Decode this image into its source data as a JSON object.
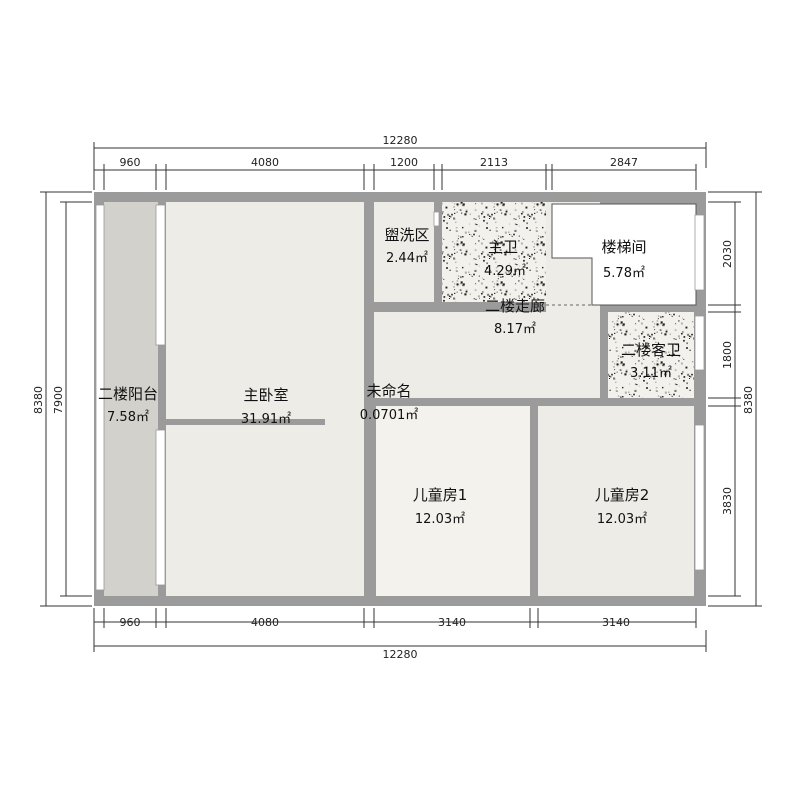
{
  "colors": {
    "wall": "#9b9b9b",
    "floor": "#eeece6",
    "balcony": "#d3d1cb",
    "kids_floor": "#f3f2ec",
    "stair": "#ffffff"
  },
  "dimensions": {
    "top_total": "12280",
    "top_segments": [
      "960",
      "4080",
      "1200",
      "2113",
      "2847"
    ],
    "bottom_total": "12280",
    "bottom_segments": [
      "960",
      "4080",
      "3140",
      "3140"
    ],
    "left_outer": "8380",
    "left_inner": "7900",
    "right_outer": "8380",
    "right_segments": [
      "2030",
      "1800",
      "3830"
    ]
  },
  "rooms": [
    {
      "name": "二楼阳台",
      "area": "7.58㎡"
    },
    {
      "name": "主卧室",
      "area": "31.91㎡"
    },
    {
      "name": "盥洗区",
      "area": "2.44㎡"
    },
    {
      "name": "主卫",
      "area": "4.29㎡"
    },
    {
      "name": "楼梯间",
      "area": "5.78㎡"
    },
    {
      "name": "二楼走廊",
      "area": "8.17㎡"
    },
    {
      "name": "二楼客卫",
      "area": "3.11㎡"
    },
    {
      "name": "未命名",
      "area": "0.0701㎡"
    },
    {
      "name": "儿童房1",
      "area": "12.03㎡"
    },
    {
      "name": "儿童房2",
      "area": "12.03㎡"
    }
  ]
}
